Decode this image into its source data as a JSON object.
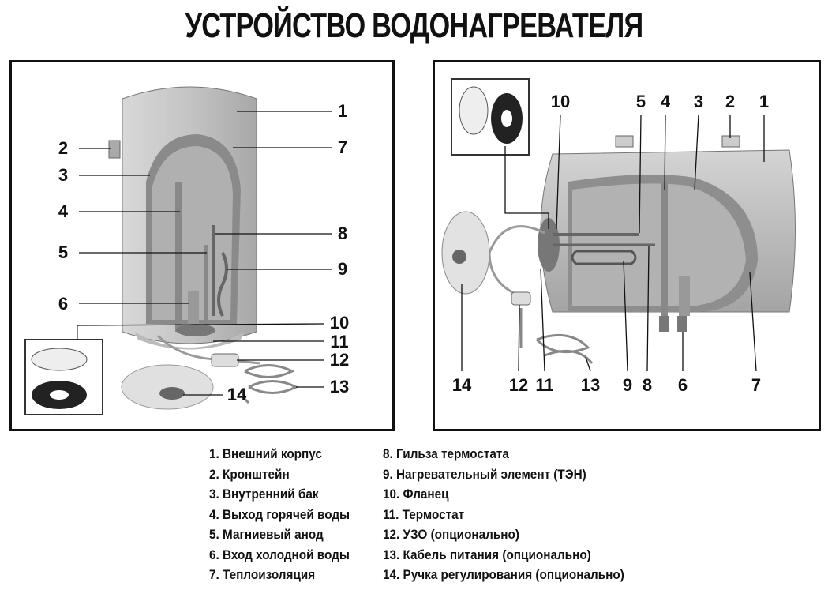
{
  "title": "УСТРОЙСТВО ВОДОНАГРЕВАТЕЛЯ",
  "left_labels": {
    "l1": "1",
    "l2": "2",
    "l3": "3",
    "l4": "4",
    "l5": "5",
    "l6": "6",
    "l7": "7",
    "l8": "8",
    "l9": "9",
    "l10": "10",
    "l11": "11",
    "l12": "12",
    "l13": "13",
    "l14": "14"
  },
  "right_labels": {
    "l1": "1",
    "l2": "2",
    "l3": "3",
    "l4": "4",
    "l5": "5",
    "l6": "6",
    "l7": "7",
    "l8": "8",
    "l9": "9",
    "l10": "10",
    "l11": "11",
    "l12": "12",
    "l13": "13",
    "l14": "14"
  },
  "legend": {
    "col1": [
      "1. Внешний корпус",
      "2. Кронштейн",
      "3. Внутренний бак",
      "4. Выход горячей воды",
      "5. Магниевый анод",
      "6. Вход холодной воды",
      "7. Теплоизоляция"
    ],
    "col2": [
      "8. Гильза термостата",
      "9. Нагревательный элемент (ТЭН)",
      "10. Фланец",
      "11. Термостат",
      "12. УЗО (опционально)",
      "13. Кабель питания (опционально)",
      "14. Ручка регулирования (опционально)"
    ]
  }
}
